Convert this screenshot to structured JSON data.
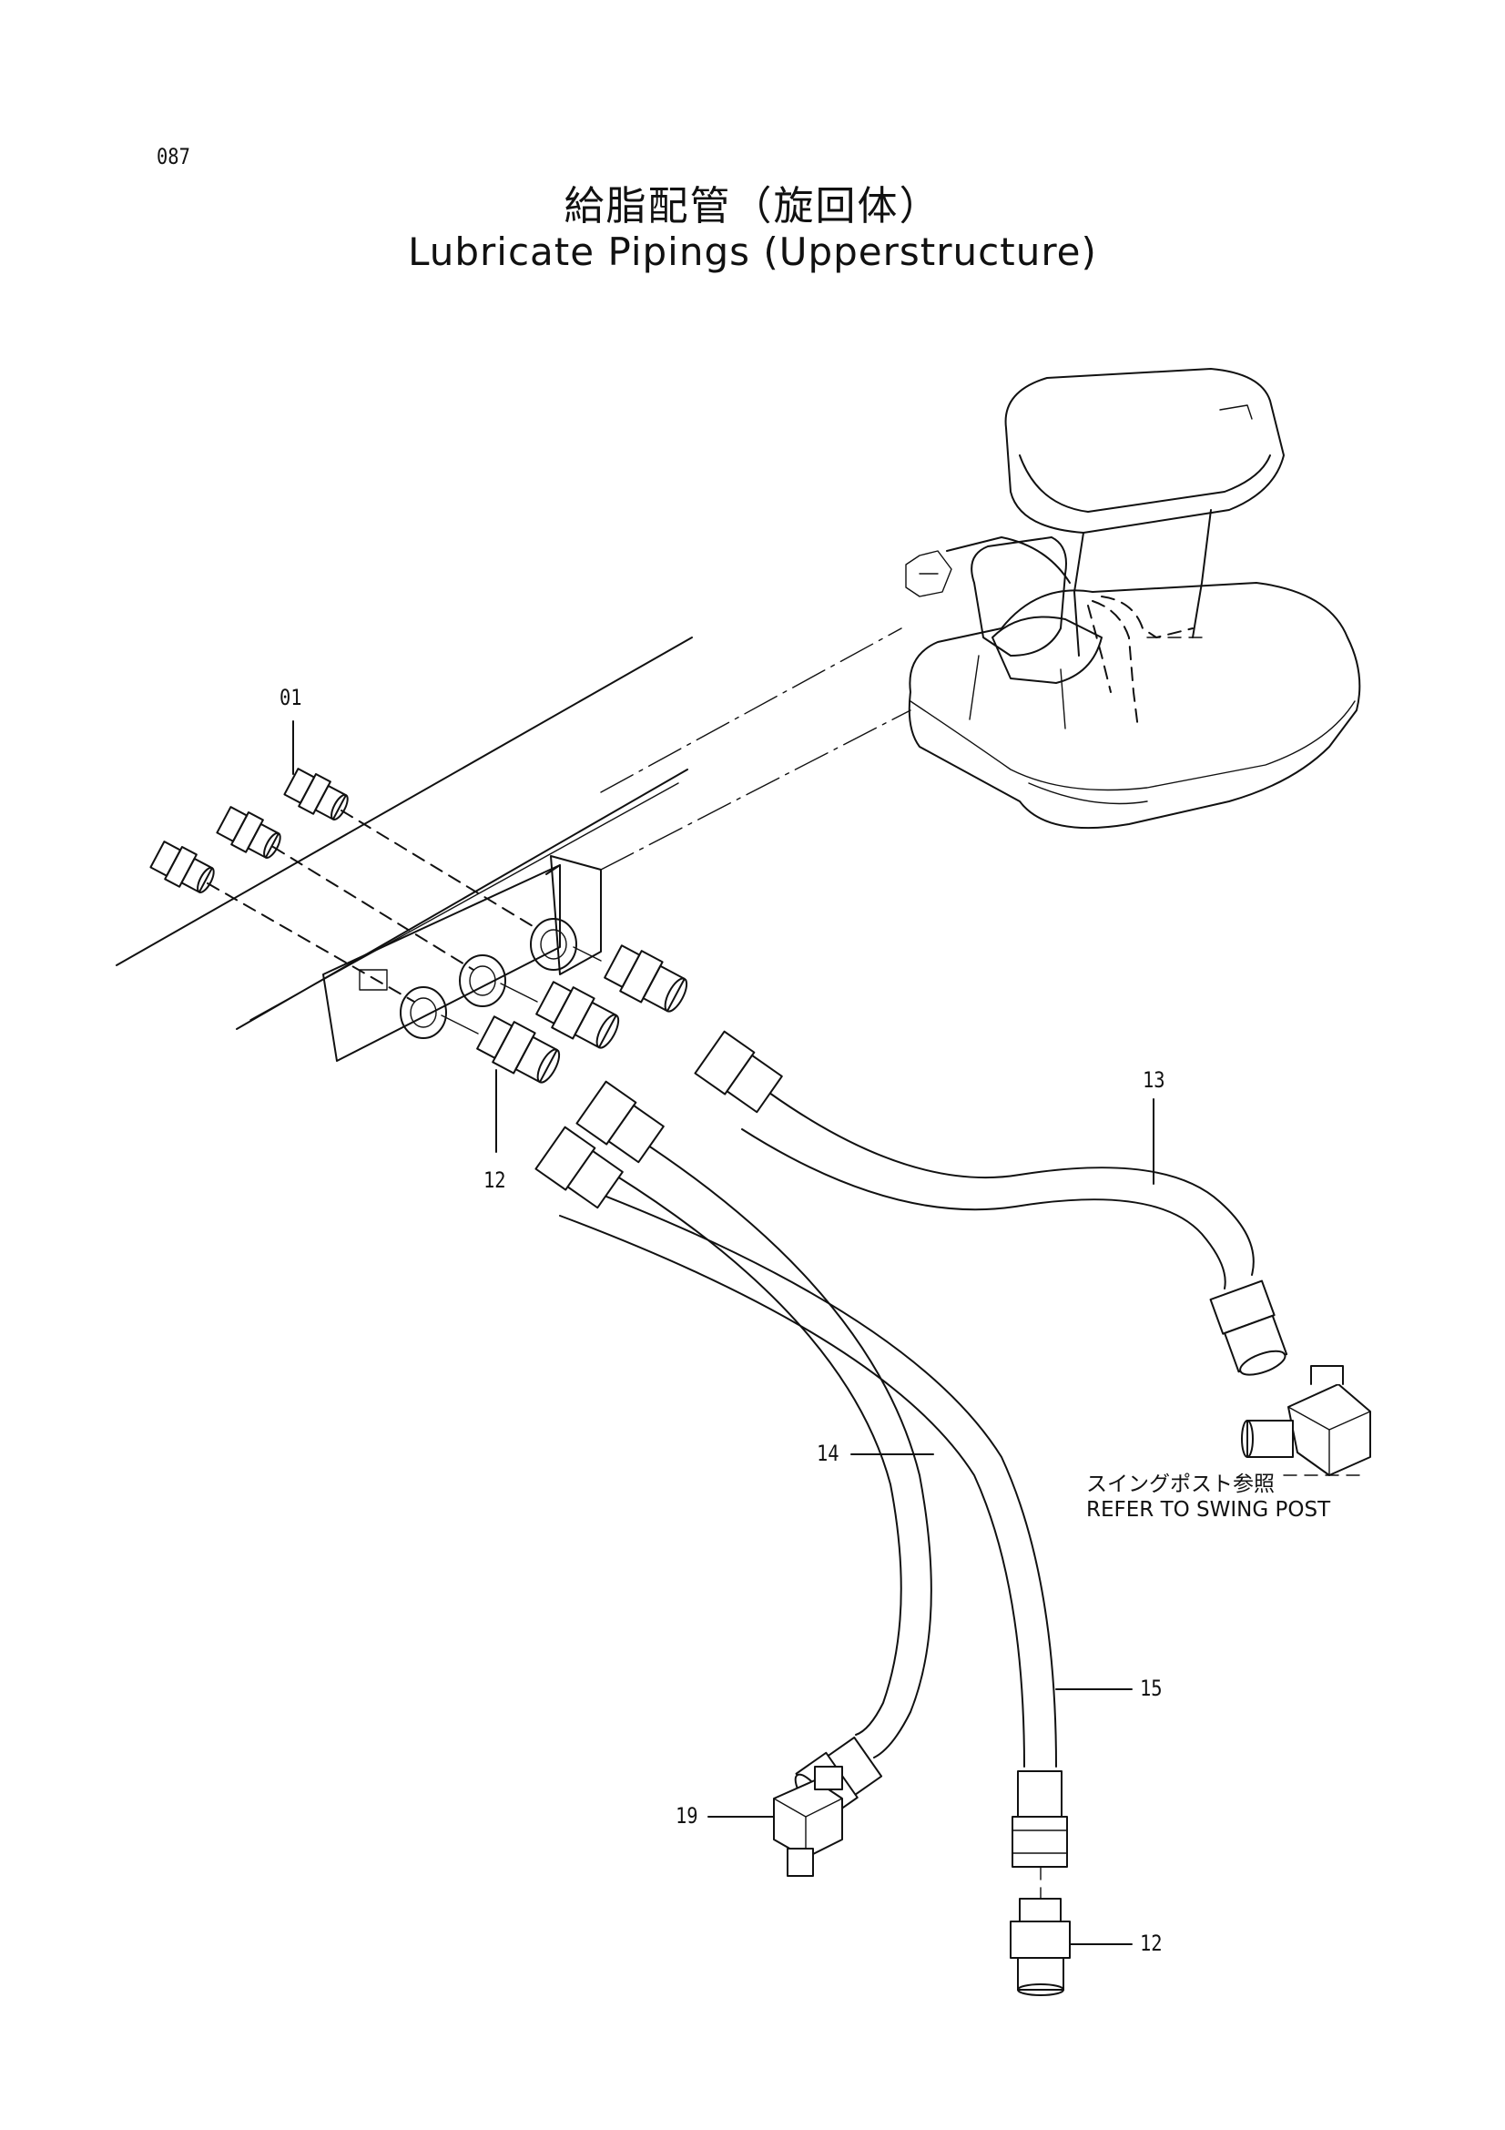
{
  "page": {
    "page_number": "087",
    "title_jp": "給脂配管（旋回体）",
    "title_en": "Lubricate Pipings (Upperstructure)"
  },
  "callouts": {
    "c01": "01",
    "c12_top": "12",
    "c13": "13",
    "c14": "14",
    "c15": "15",
    "c19": "19",
    "c12_bottom": "12"
  },
  "note": {
    "jp": "スイングポスト参照",
    "en": "REFER  TO  SWING  POST"
  }
}
